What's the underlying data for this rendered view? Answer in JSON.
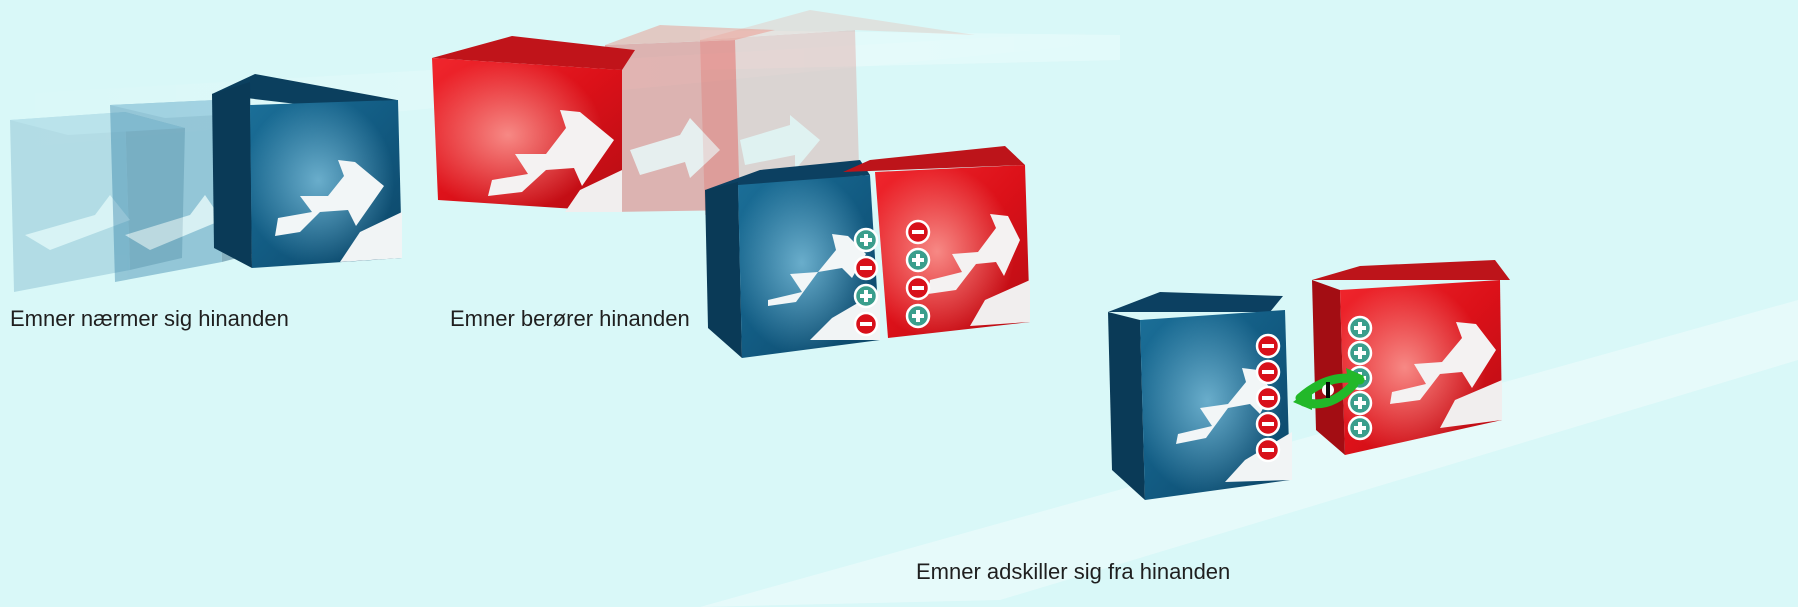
{
  "captions": {
    "approach": "Emner nærmer sig hinanden",
    "touch": "Emner berører hinanden",
    "separate": "Emner adskiller sig fra  hinanden"
  },
  "colors": {
    "background": "#d9f8f8",
    "blue_box": "#155f86",
    "red_box": "#e0141c",
    "plus_sign": "#3a9e8c",
    "minus_sign": "#d8101a",
    "separation_arrow": "#22b829"
  },
  "icons": {
    "positive_charge": "plus-circle-icon",
    "negative_charge": "minus-circle-icon",
    "box_arrow": "arrow-icon",
    "separation": "double-arrow-icon"
  }
}
